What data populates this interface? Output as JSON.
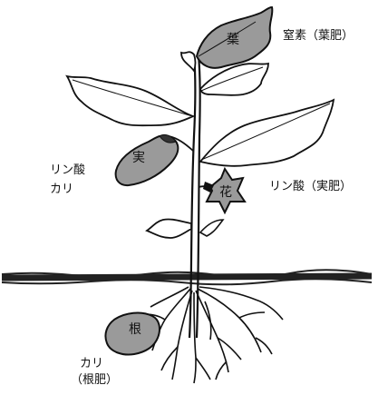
{
  "parts": {
    "leaf": "葉",
    "fruit": "実",
    "flower": "花",
    "root": "根"
  },
  "annotations": {
    "nitrogen": "窒素（葉肥）",
    "phosphoric_fruit_line1": "リン酸",
    "phosphoric_fruit_line2": "カリ",
    "phosphoric_flower": "リン酸（実肥）",
    "potassium_root_line1": "カリ",
    "potassium_root_line2": "（根肥）"
  },
  "colors": {
    "line": "#111111",
    "part_fill": "#9a9a9a",
    "leaf_fill": "#ffffff",
    "ground": "#222222"
  }
}
